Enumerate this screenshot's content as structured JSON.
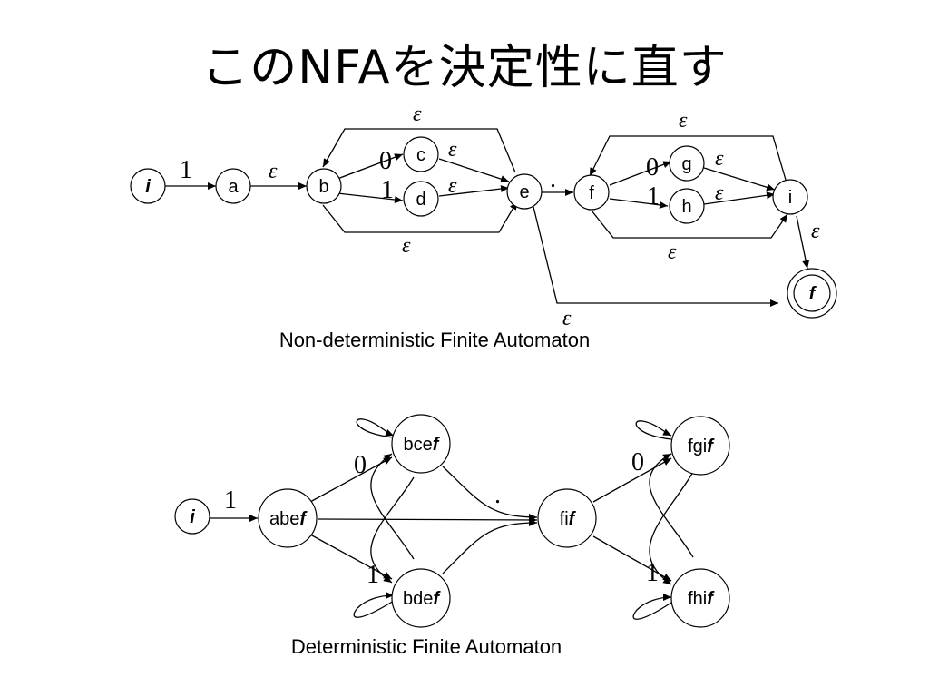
{
  "title": "このNFAを決定性に直す",
  "nfa": {
    "caption": "Non-deterministic Finite Automaton",
    "nodes": {
      "i": "i",
      "a": "a",
      "b": "b",
      "c": "c",
      "d": "d",
      "e": "e",
      "f": "f",
      "g": "g",
      "h": "h",
      "iq": "i",
      "final": "f"
    },
    "symbols": {
      "one": "1",
      "zero": "0",
      "eps": "ε",
      "dot": "."
    }
  },
  "dfa": {
    "caption": "Deterministic Finite Automaton",
    "nodes": {
      "i": "i",
      "abef": {
        "main": "abe",
        "bold": "f"
      },
      "bcef": {
        "main": "bce",
        "bold": "f"
      },
      "bdef": {
        "main": "bde",
        "bold": "f"
      },
      "fif": {
        "main": "fi",
        "bold": "f"
      },
      "fgif": {
        "main": "fgi",
        "bold": "f"
      },
      "fhif": {
        "main": "fhi",
        "bold": "f"
      }
    },
    "symbols": {
      "one": "1",
      "zero": "0",
      "dot": "."
    }
  }
}
